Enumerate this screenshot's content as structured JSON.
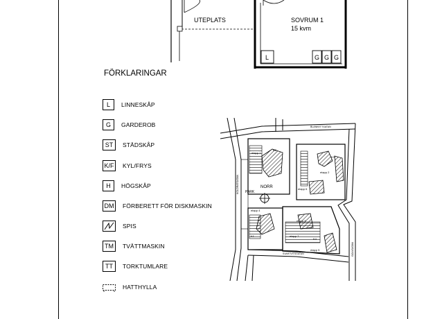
{
  "plan": {
    "terrace_label": "UTEPLATS",
    "bedroom_name": "SOVRUM 1",
    "bedroom_area": "15 kvm",
    "closet_symbols": [
      "L",
      "G",
      "G",
      "G"
    ]
  },
  "legend": {
    "title": "FÖRKLARINGAR",
    "items": [
      {
        "symbol": "L",
        "label": "LINNESKÅP"
      },
      {
        "symbol": "G",
        "label": "GARDEROB"
      },
      {
        "symbol": "ST",
        "label": "STÄDSKÅP"
      },
      {
        "symbol": "K/F",
        "label": "KYL/FRYS"
      },
      {
        "symbol": "H",
        "label": "HÖGSKÅP"
      },
      {
        "symbol": "DM",
        "label": "FÖRBERETT FÖR DISKMASKIN"
      },
      {
        "symbol": "",
        "label": "SPIS",
        "icon": "stove-icon"
      },
      {
        "symbol": "TM",
        "label": "TVÄTTMASKIN"
      },
      {
        "symbol": "TT",
        "label": "TORKTUMLARE"
      },
      {
        "symbol": "",
        "label": "HATTHYLLA",
        "icon": "hat-shelf-icon"
      }
    ]
  },
  "site_map": {
    "north_label": "NORR",
    "park_label": "PARK",
    "stage_labels": [
      "etapp 1",
      "etapp 2",
      "etapp 3",
      "etapp 4",
      "etapp 5",
      "etapp 6",
      "etapp 7"
    ],
    "block_tags": [
      "K1",
      "K2",
      "K3",
      "K4"
    ],
    "street_labels": [
      "BLANKETTGATAN",
      "SVARTVITSGATAN",
      "KOLORATGATAN",
      "GOLVGATAN"
    ]
  }
}
